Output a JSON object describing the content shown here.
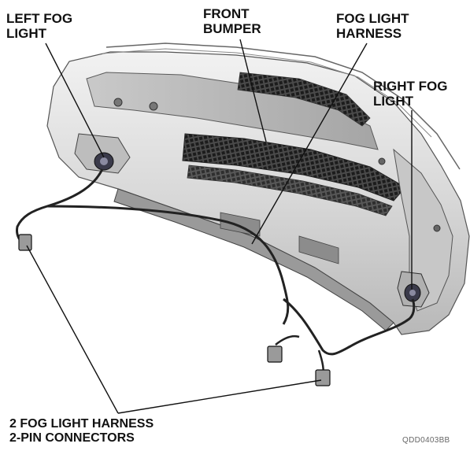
{
  "labels": {
    "left_fog_line1": "LEFT FOG",
    "left_fog_line2": "LIGHT",
    "front_bumper_line1": "FRONT",
    "front_bumper_line2": "BUMPER",
    "harness_line1": "FOG LIGHT",
    "harness_line2": "HARNESS",
    "right_fog_line1": "RIGHT FOG",
    "right_fog_line2": "LIGHT",
    "connectors_line1": "2 FOG LIGHT HARNESS",
    "connectors_line2": "2-PIN CONNECTORS"
  },
  "figure_code": "QDD0403BB"
}
